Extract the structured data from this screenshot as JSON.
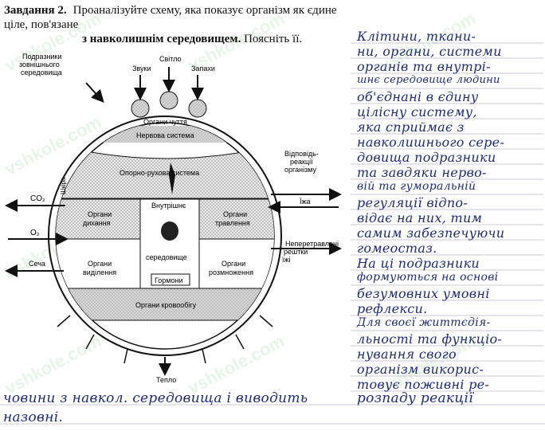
{
  "task": {
    "number": "Завдання 2.",
    "line1": "Проаналізуйте схему, яка показує організм як єдине ціле, пов'язане",
    "line2_bold": "з навколишнім середовищем.",
    "line2_rest": " Поясніть її."
  },
  "diagram": {
    "stimuli": "Подразники зовнішнього середовища",
    "sounds": "Звуки",
    "light": "Світло",
    "smells": "Запахи",
    "sense_organs": "Органи чуття",
    "nervous": "Нервова система",
    "musculo": "Опорно-рухова система",
    "response": "Відповідь- реакції організму",
    "skin": "Шкіра",
    "co2": "CO₂",
    "o2": "O₂",
    "urine": "Сеча",
    "breathing": "Органи дихання",
    "internal": "Внутрішнє",
    "environment": "середовище",
    "food": "Їжа",
    "digestion": "Органи травлення",
    "undigested": "Неперетравлені рештки їжі",
    "excretion": "Органи виділення",
    "hormones": "Гормони",
    "reproduction": "Органи розмноження",
    "circulation": "Органи кровообігу",
    "heat": "Тепло"
  },
  "handwriting": [
    "Клітини, ткани-",
    "ни, органи, системи",
    "органів та внутрі-",
    "шнє середовище людини",
    "об'єднані в єдину",
    "цілісну систему,",
    "яка сприймає з",
    "навколишнього сере-",
    "довища подразники",
    "та завдяки нерво-",
    "вій та гуморальній",
    "регуляції відпо-",
    "відає на них, тим",
    "самим забезпечуючи",
    "гомеостаз.",
    "На ці подразники",
    "формуються на основі",
    "безумовних умовні",
    "рефлекси.",
    "Для своєї життєдія-",
    "льності та функціо-",
    "нування свого",
    "організм викорис-",
    "товує поживні ре-"
  ],
  "bottom_line": {
    "left": "човини з навкол. середовища і виводить",
    "right": "розпаду реакції",
    "line2": "назовні."
  },
  "watermark": "vshkole.com"
}
